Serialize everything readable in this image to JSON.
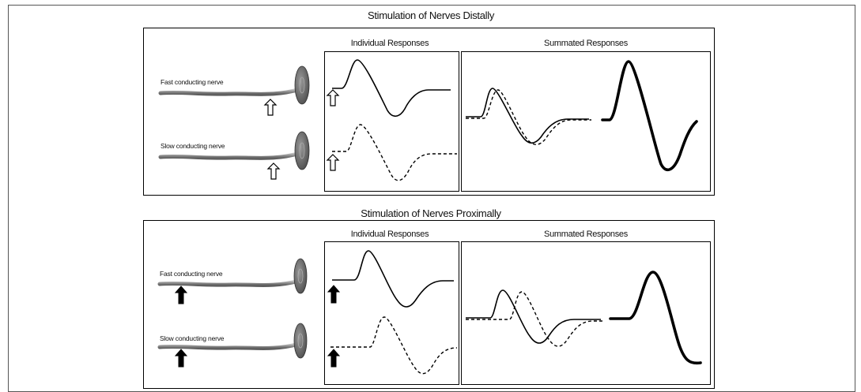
{
  "distal": {
    "title": "Stimulation of Nerves Distally",
    "individual_title": "Individual Responses",
    "summated_title": "Summated Responses",
    "fast_label": "Fast conducting nerve",
    "slow_label": "Slow conducting nerve",
    "arrow_style": "hollow"
  },
  "proximal": {
    "title": "Stimulation of Nerves Proximally",
    "individual_title": "Individual Responses",
    "summated_title": "Summated Responses",
    "fast_label": "Fast conducting nerve",
    "slow_label": "Slow conducting nerve",
    "arrow_style": "filled"
  },
  "colors": {
    "frame": "#555555",
    "line": "#000000",
    "nerve": "#8a8a8a",
    "electrode": "#6b6b6b"
  }
}
